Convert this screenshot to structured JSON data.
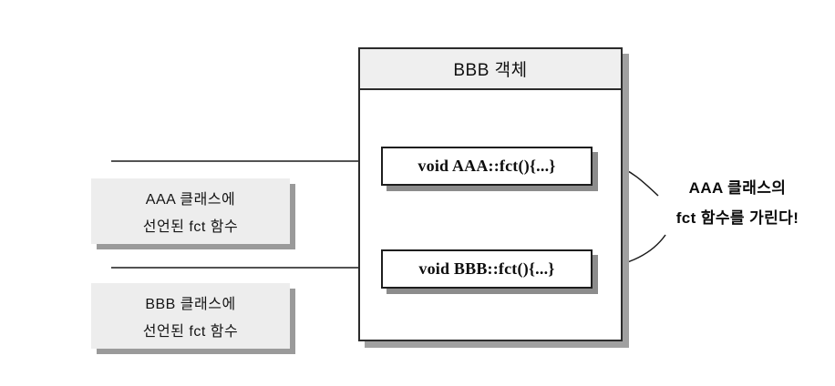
{
  "diagram": {
    "title": "BBB 객체",
    "container": {
      "header_label": "BBB 객체",
      "methods": [
        {
          "id": "aaa-method",
          "signature": "void AAA::fct(){...}"
        },
        {
          "id": "bbb-method",
          "signature": "void BBB::fct(){...}"
        }
      ]
    },
    "notes": [
      {
        "id": "note-aaa",
        "lines": [
          "AAA 클래스에",
          "선언된 fct 함수"
        ]
      },
      {
        "id": "note-bbb",
        "lines": [
          "BBB 클래스에",
          "선언된 fct 함수"
        ]
      }
    ],
    "callout": {
      "lines": [
        "AAA 클래스의",
        "fct 함수를 가린다!"
      ]
    },
    "colors": {
      "page_background": "#ffffff",
      "container_border": "#2b2b2b",
      "container_header_fill": "#efefef",
      "method_box_fill": "#ffffff",
      "method_box_border": "#1d1d1d",
      "note_fill": "#ededed",
      "shadow": "#9a9a9a",
      "text": "#111111",
      "connector": "#1a1a1a"
    }
  }
}
